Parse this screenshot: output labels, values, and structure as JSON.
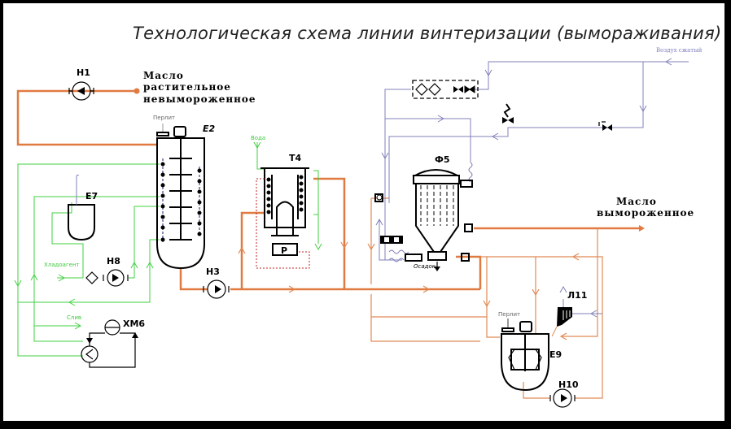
{
  "diagram": {
    "title": "Технологическая схема линии винтеризации (вымораживания)",
    "flows": {
      "oil_input": [
        "Масло",
        "растительное",
        "невымороженное"
      ],
      "oil_output": [
        "Масло",
        "вымороженное"
      ],
      "compressed_air": "Воздух сжатый",
      "coolant": "Хладоагент",
      "water": "Вода",
      "drain": "Слив",
      "sediment": "Осадок",
      "perlite_e2": "Перлит",
      "perlite_e9": "Перлит"
    },
    "equipment": {
      "pump_h1": "Н1",
      "tank_e2": "Е2",
      "tank_e7": "Е7",
      "pump_h8": "Н8",
      "pump_h3": "Н3",
      "chiller_xm6": "ХМ6",
      "tank_t4": "Т4",
      "relay_p": "Р",
      "filter_f5": "Ф5",
      "tank_e9": "Е9",
      "hopper_l11": "Л11",
      "pump_h10": "Н10"
    },
    "colors": {
      "oil_line": "#e07a40",
      "coolant_line": "#40d040",
      "air_line": "#8080b8",
      "control_line": "#c02020",
      "equipment": "#000000"
    }
  }
}
